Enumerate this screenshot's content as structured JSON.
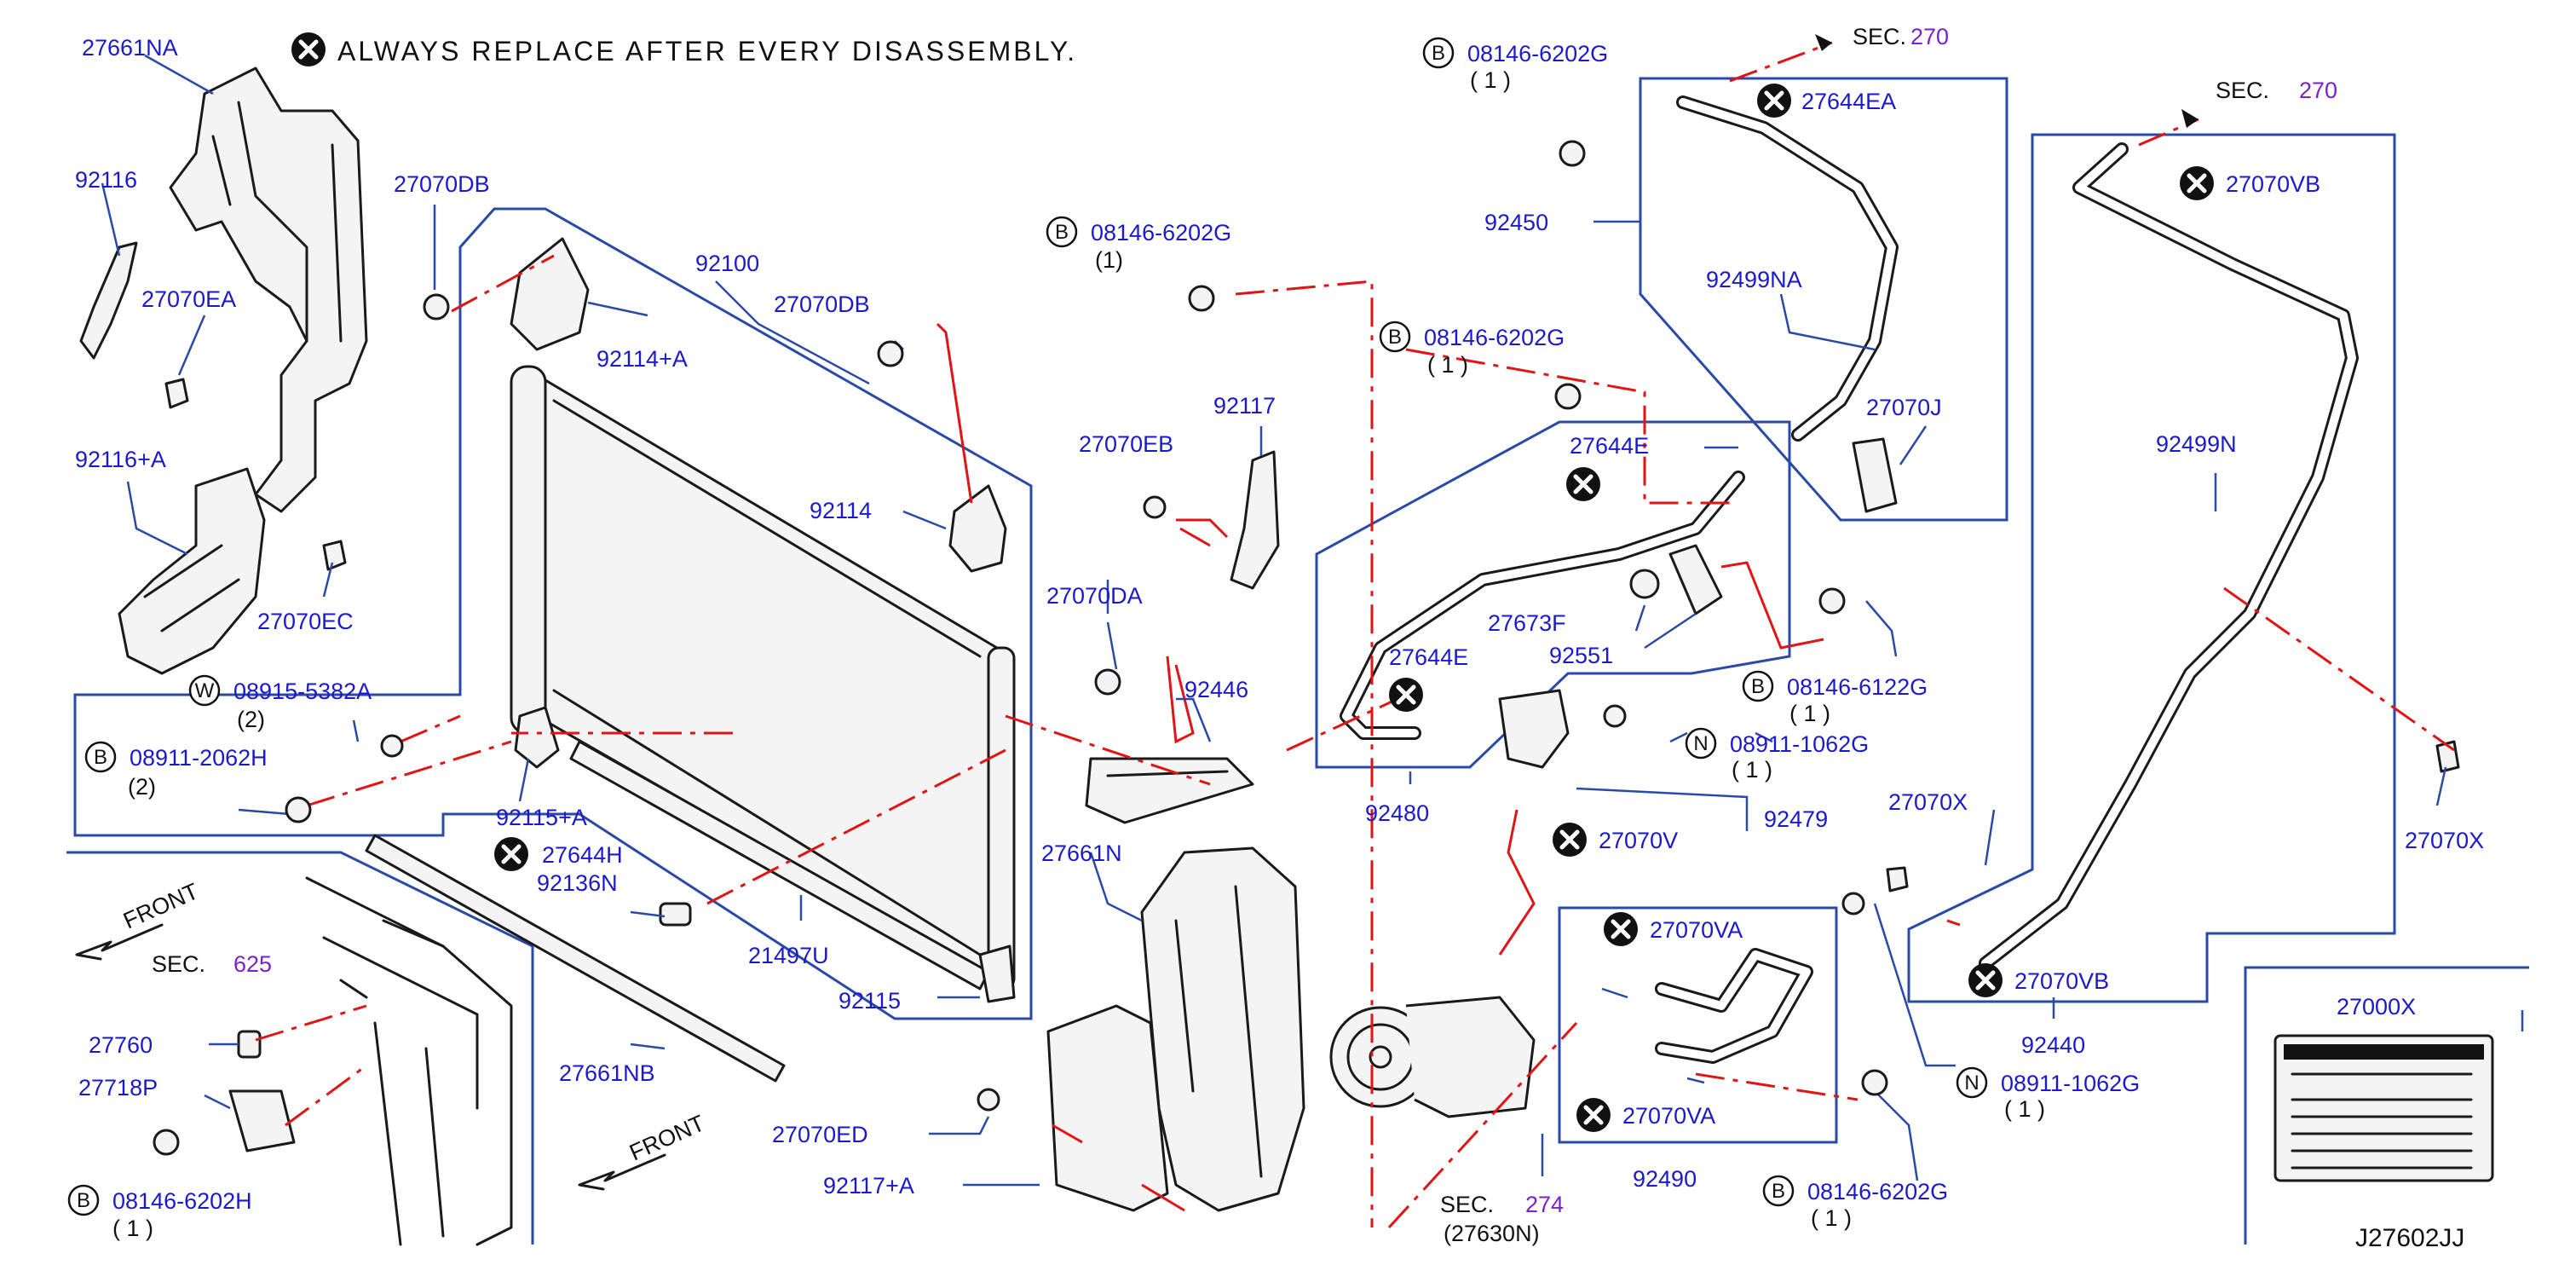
{
  "note": "ALWAYS REPLACE AFTER EVERY DISASSEMBLY.",
  "drawing_code": "J27602JJ",
  "front_label": "FRONT",
  "sec_labels": [
    {
      "id": "sec-270-top",
      "prefix": "SEC.",
      "num": "270"
    },
    {
      "id": "sec-270-right",
      "prefix": "SEC.",
      "num": "270"
    },
    {
      "id": "sec-625",
      "prefix": "SEC.",
      "num": "625"
    },
    {
      "id": "sec-274",
      "prefix": "SEC.",
      "num": "274",
      "sub": "(27630N)"
    }
  ],
  "parts": [
    {
      "id": "p-27661NA",
      "label": "27661NA"
    },
    {
      "id": "p-92116",
      "label": "92116"
    },
    {
      "id": "p-27070EA",
      "label": "27070EA"
    },
    {
      "id": "p-92116A",
      "label": "92116+A"
    },
    {
      "id": "p-27070EC",
      "label": "27070EC"
    },
    {
      "id": "p-27070DB-1",
      "label": "27070DB"
    },
    {
      "id": "p-92100",
      "label": "92100"
    },
    {
      "id": "p-92114A",
      "label": "92114+A"
    },
    {
      "id": "p-27070DB-2",
      "label": "27070DB"
    },
    {
      "id": "p-92114",
      "label": "92114"
    },
    {
      "id": "p-92115A",
      "label": "92115+A"
    },
    {
      "id": "p-92136N",
      "label": "92136N"
    },
    {
      "id": "p-21497U",
      "label": "21497U"
    },
    {
      "id": "p-92115",
      "label": "92115"
    },
    {
      "id": "p-27661NB",
      "label": "27661NB"
    },
    {
      "id": "p-27760",
      "label": "27760"
    },
    {
      "id": "p-27718P",
      "label": "27718P"
    },
    {
      "id": "p-92117",
      "label": "92117"
    },
    {
      "id": "p-27070EB",
      "label": "27070EB"
    },
    {
      "id": "p-27070DA",
      "label": "27070DA"
    },
    {
      "id": "p-92446",
      "label": "92446"
    },
    {
      "id": "p-27661N",
      "label": "27661N"
    },
    {
      "id": "p-27070ED",
      "label": "27070ED"
    },
    {
      "id": "p-92117A",
      "label": "92117+A"
    },
    {
      "id": "p-92450",
      "label": "92450"
    },
    {
      "id": "p-92499NA",
      "label": "92499NA"
    },
    {
      "id": "p-27070J",
      "label": "27070J"
    },
    {
      "id": "p-27644E-1",
      "label": "27644E"
    },
    {
      "id": "p-27673F",
      "label": "27673F"
    },
    {
      "id": "p-92551",
      "label": "92551"
    },
    {
      "id": "p-27644E-2",
      "label": "27644E"
    },
    {
      "id": "p-92480",
      "label": "92480"
    },
    {
      "id": "p-92479",
      "label": "92479"
    },
    {
      "id": "p-27070V",
      "label": "27070V"
    },
    {
      "id": "p-27070VA-1",
      "label": "27070VA"
    },
    {
      "id": "p-27070VA-2",
      "label": "27070VA"
    },
    {
      "id": "p-92490",
      "label": "92490"
    },
    {
      "id": "p-27070X-1",
      "label": "27070X"
    },
    {
      "id": "p-27070X-2",
      "label": "27070X"
    },
    {
      "id": "p-92499N",
      "label": "92499N"
    },
    {
      "id": "p-27070VB-1",
      "label": "27070VB"
    },
    {
      "id": "p-27070VB-2",
      "label": "27070VB"
    },
    {
      "id": "p-92440",
      "label": "92440"
    },
    {
      "id": "p-27000X",
      "label": "27000X"
    },
    {
      "id": "p-27644EA",
      "label": "27644EA"
    },
    {
      "id": "p-27644H",
      "label": "27644H"
    }
  ],
  "fasteners": [
    {
      "id": "f-08146-6202G-top",
      "prefix": "B",
      "code": "08146-6202G",
      "qty": "( 1 )"
    },
    {
      "id": "f-08146-6202G-mid",
      "prefix": "B",
      "code": "08146-6202G",
      "qty": "(1)"
    },
    {
      "id": "f-08146-6202G-low",
      "prefix": "B",
      "code": "08146-6202G",
      "qty": "( 1 )"
    },
    {
      "id": "f-08146-6122G",
      "prefix": "B",
      "code": "08146-6122G",
      "qty": "( 1 )"
    },
    {
      "id": "f-08911-1062G-a",
      "prefix": "N",
      "code": "08911-1062G",
      "qty": "( 1 )"
    },
    {
      "id": "f-08911-1062G-b",
      "prefix": "N",
      "code": "08911-1062G",
      "qty": "( 1 )"
    },
    {
      "id": "f-08146-6202G-br",
      "prefix": "B",
      "code": "08146-6202G",
      "qty": "( 1 )"
    },
    {
      "id": "f-08915-5382A",
      "prefix": "W",
      "code": "08915-5382A",
      "qty": "(2)"
    },
    {
      "id": "f-08911-2062H",
      "prefix": "B",
      "code": "08911-2062H",
      "qty": "(2)"
    },
    {
      "id": "f-08146-6202H",
      "prefix": "B",
      "code": "08146-6202H",
      "qty": "( 1 )"
    }
  ]
}
